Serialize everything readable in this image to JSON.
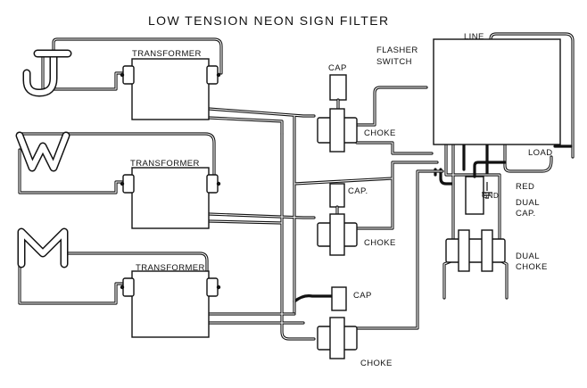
{
  "title": "LOW TENSION NEON SIGN FILTER",
  "letters": [
    "J",
    "W",
    "M"
  ],
  "labels": {
    "transformer": "TRANSFORMER",
    "flasher_switch_line1": "FLASHER",
    "flasher_switch_line2": "SWITCH",
    "line": "LINE",
    "load": "LOAD",
    "cap": "CAP",
    "cap_dot": "CAP.",
    "choke": "CHOKE",
    "red": "RED",
    "gnd": "GND",
    "dual_cap_line1": "DUAL",
    "dual_cap_line2": "CAP.",
    "dual_choke_line1": "DUAL",
    "dual_choke_line2": "CHOKE"
  },
  "colors": {
    "ink": "#111111",
    "paper": "#ffffff"
  }
}
